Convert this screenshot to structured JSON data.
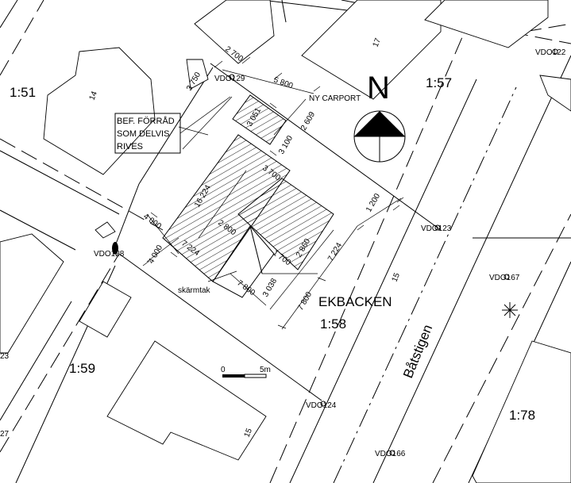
{
  "north_label": "N",
  "district": "EKBACKEN",
  "street": "Båtstigen",
  "plots": {
    "p151": "1:51",
    "p157": "1:57",
    "p158": "1:58",
    "p159": "1:59",
    "p178": "1:78"
  },
  "house_numbers": {
    "h14": "14",
    "h17": "17",
    "h15a": "15",
    "h15b": "15"
  },
  "edge_fragments": {
    "left23": "23",
    "left27": "27"
  },
  "labels": {
    "carport": "NY CARPORT",
    "shed_line1": "BEF. FÖRRÅD",
    "shed_line2": "SOM DELVIS",
    "shed_line3": "RIVES",
    "screen_roof": "skärmtak"
  },
  "markers": {
    "v122": "VDO122",
    "v123": "VDO123",
    "v124": "VDO124",
    "v128": "VDO128",
    "v129": "VDO129",
    "v166": "VDO166",
    "v167": "VDO167"
  },
  "dimensions": {
    "d2700": "2 700",
    "d3750": "3 750",
    "d5800": "5 800",
    "d3100": "3 100",
    "d3051": "3 051",
    "d2609": "2 609",
    "d16224": "16 224",
    "d3700": "3 700",
    "d1200": "1 200",
    "d4000a": "4 000",
    "d4000b": "4 000",
    "d7224a": "7 224",
    "d7224b": "7 224",
    "d2800": "2 800",
    "d2860": "2 860",
    "d1700": "1 700",
    "d7800a": "7 800",
    "d7800b": "7 800",
    "d3038": "3 038"
  },
  "scale_bar": {
    "start": "0",
    "end": "5m"
  }
}
